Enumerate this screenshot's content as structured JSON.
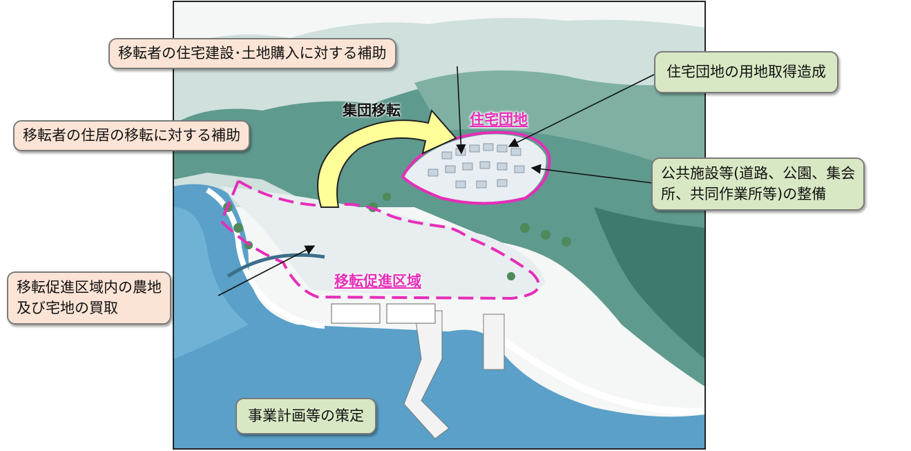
{
  "colors": {
    "highlight": "#e62eb8",
    "callout_peach": "#fbe4d5",
    "callout_green": "#d9e8c4",
    "arrow_fill": "#ffff99",
    "sea": "#5aa0c8",
    "forest": "#4f8f84"
  },
  "callouts": {
    "housing_construction_subsidy": "移転者の住宅建設･土地購入に対する補助",
    "relocation_subsidy": "移転者の住居の移転に対する補助",
    "land_purchase_line1": "移転促進区域内の農地",
    "land_purchase_line2": "及び宅地の買取",
    "land_acquisition": "住宅団地の用地取得造成",
    "public_facilities_line1": "公共施設等(道路、公園、集会",
    "public_facilities_line2": "所、共同作業所等)の整備",
    "project_plan": "事業計画等の策定"
  },
  "labels": {
    "group_relocation": "集団移転",
    "housing_estate": "住宅団地",
    "promotion_zone": "移転促進区域"
  },
  "icons": {
    "group_relocation_arrow": "curved-arrow-icon"
  }
}
